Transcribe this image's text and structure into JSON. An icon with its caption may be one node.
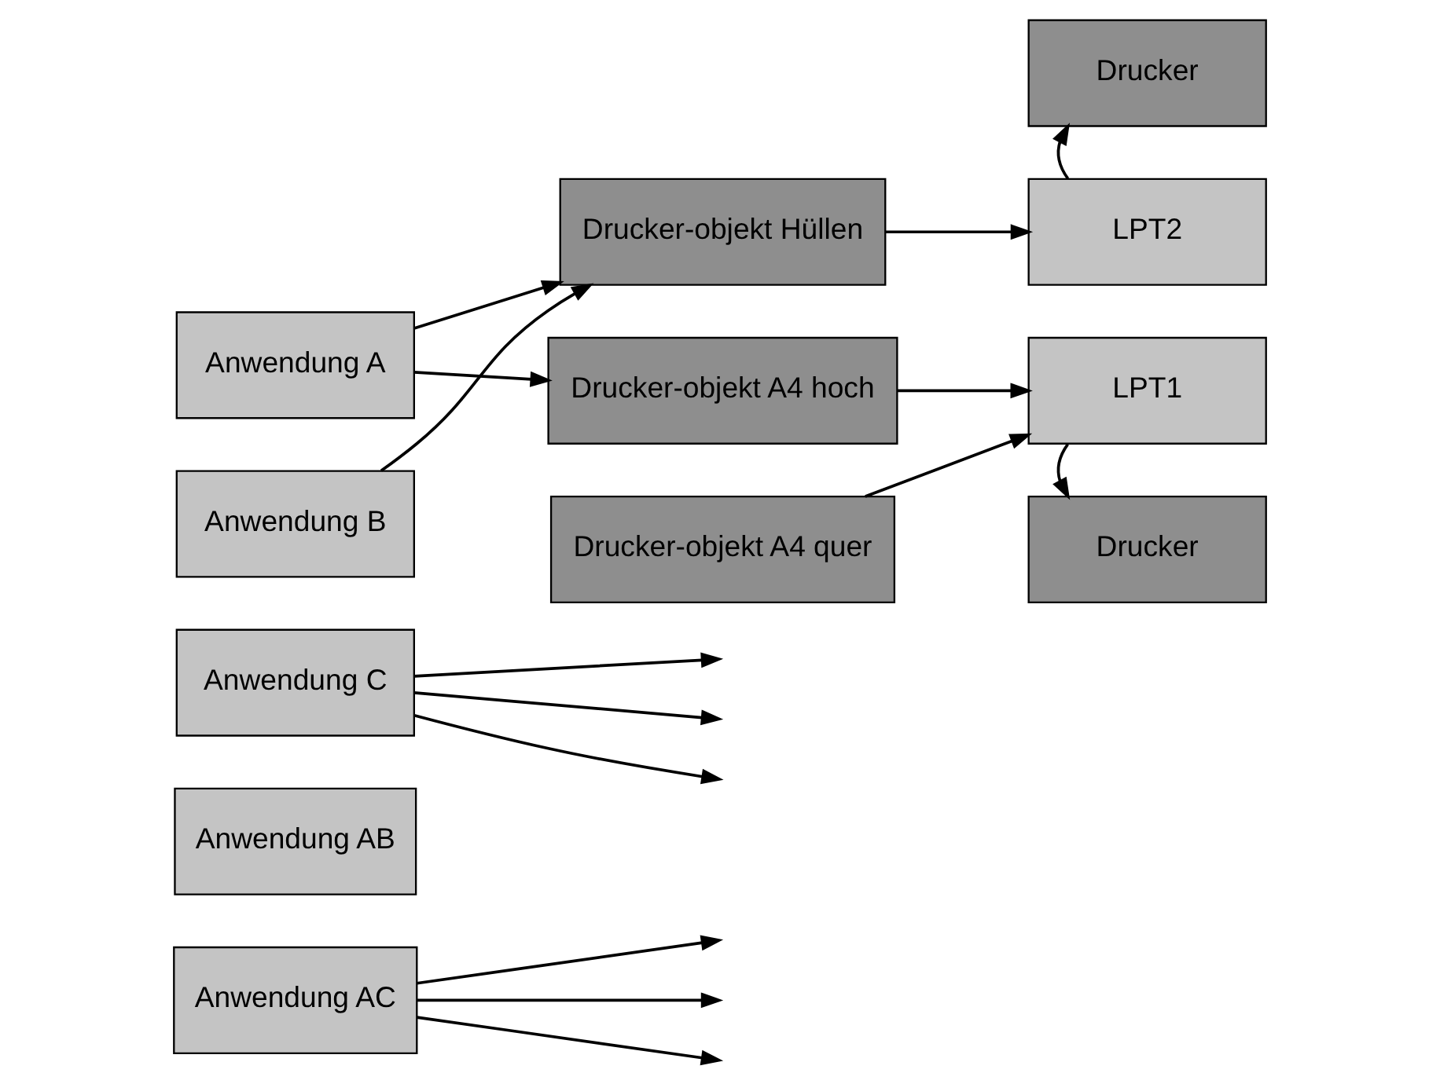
{
  "diagram": {
    "nodes": [
      {
        "text": [
          "Anwendung A"
        ]
      },
      {
        "text": [
          "Anwendung B"
        ]
      },
      {
        "text": [
          "Anwendung C"
        ]
      },
      {
        "text": [
          "Anwendung AB"
        ]
      },
      {
        "text": [
          "Anwendung AC"
        ]
      },
      {
        "text": [
          "Drucker-objekt Hüllen"
        ]
      },
      {
        "text": [
          "Drucker-objekt A4 hoch"
        ]
      },
      {
        "text": [
          "Drucker-objekt A4 quer"
        ]
      },
      {
        "text": [
          "Drucker"
        ]
      },
      {
        "text": [
          "LPT2"
        ]
      },
      {
        "text": [
          "LPT1"
        ]
      },
      {
        "text": [
          "Drucker"
        ]
      }
    ],
    "edges": [
      {
        "from": 0,
        "to": 5,
        "arrow": "to"
      },
      {
        "from": 0,
        "to": 6,
        "arrow": "to"
      },
      {
        "from": 1,
        "to": 5,
        "arrow": "to"
      },
      {
        "from": 2,
        "to": null,
        "arrow": "to"
      },
      {
        "from": 2,
        "to": null,
        "arrow": "to"
      },
      {
        "from": 2,
        "to": null,
        "arrow": "to"
      },
      {
        "from": 4,
        "to": null,
        "arrow": "to"
      },
      {
        "from": 4,
        "to": null,
        "arrow": "to"
      },
      {
        "from": 4,
        "to": null,
        "arrow": "to"
      },
      {
        "from": 5,
        "to": 9,
        "arrow": "to"
      },
      {
        "from": 6,
        "to": 10,
        "arrow": "to"
      },
      {
        "from": 7,
        "to": 10,
        "arrow": "to"
      },
      {
        "from": 9,
        "to": 8,
        "arrow": "to"
      },
      {
        "from": 10,
        "to": 11,
        "arrow": "to"
      }
    ]
  }
}
